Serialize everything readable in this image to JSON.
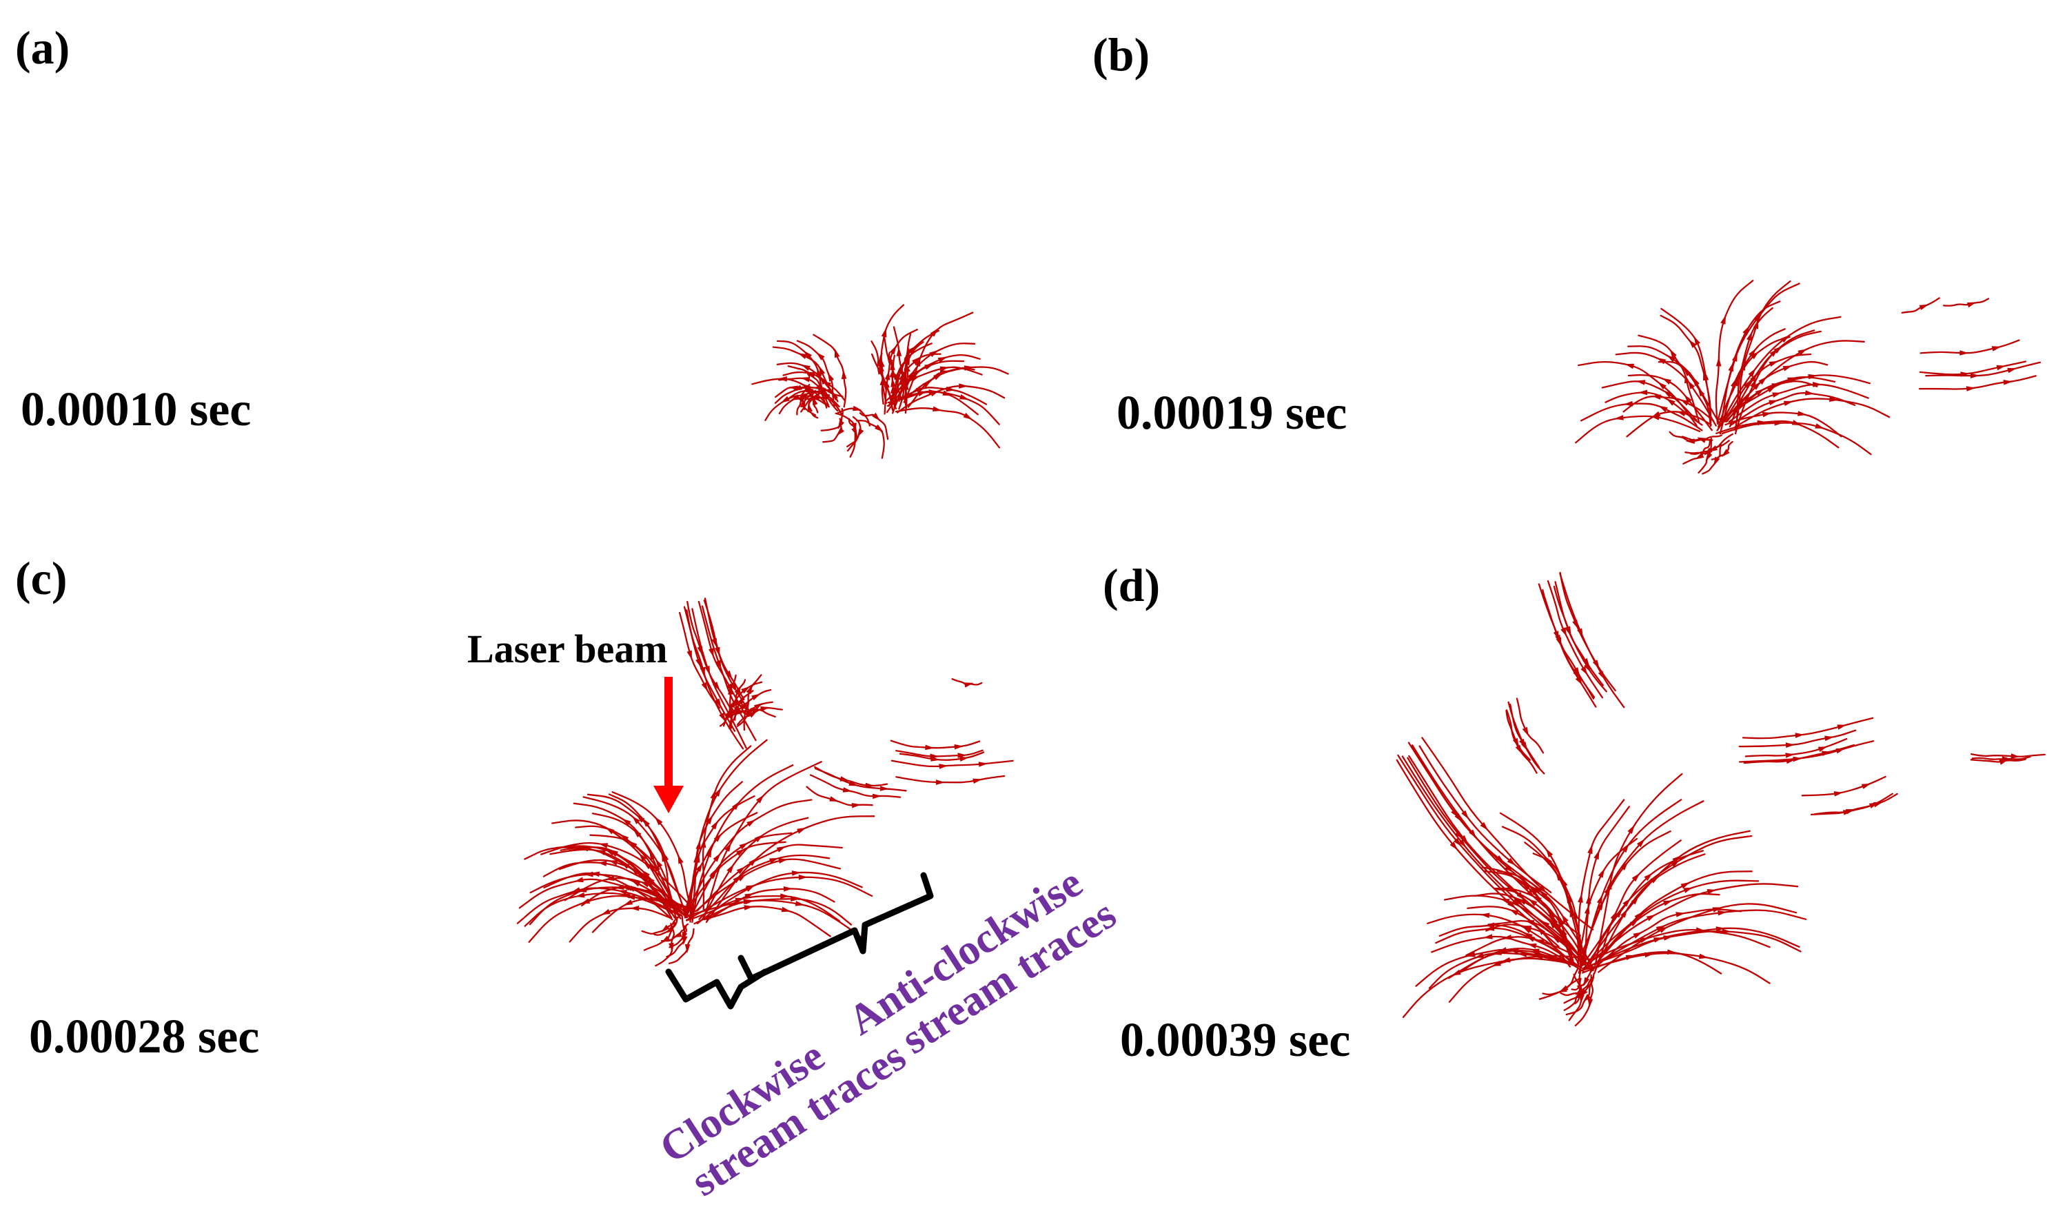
{
  "panels": [
    {
      "id": "a",
      "label": "(a)",
      "time": "0.00010 sec"
    },
    {
      "id": "b",
      "label": "(b)",
      "time": "0.00019 sec"
    },
    {
      "id": "c",
      "label": "(c)",
      "time": "0.00028 sec"
    },
    {
      "id": "d",
      "label": "(d)",
      "time": "0.00039 sec"
    }
  ],
  "annotations": {
    "laser_beam": "Laser beam",
    "clockwise_line1": "Clockwise",
    "clockwise_line2": "stream traces",
    "anticlockwise_line1": "Anti-clockwise",
    "anticlockwise_line2": "stream traces"
  },
  "colors": {
    "stream_trace": "#c00000",
    "laser_arrow": "#ff0000",
    "annotation_text": "#7030a0",
    "bracket": "#000000"
  }
}
